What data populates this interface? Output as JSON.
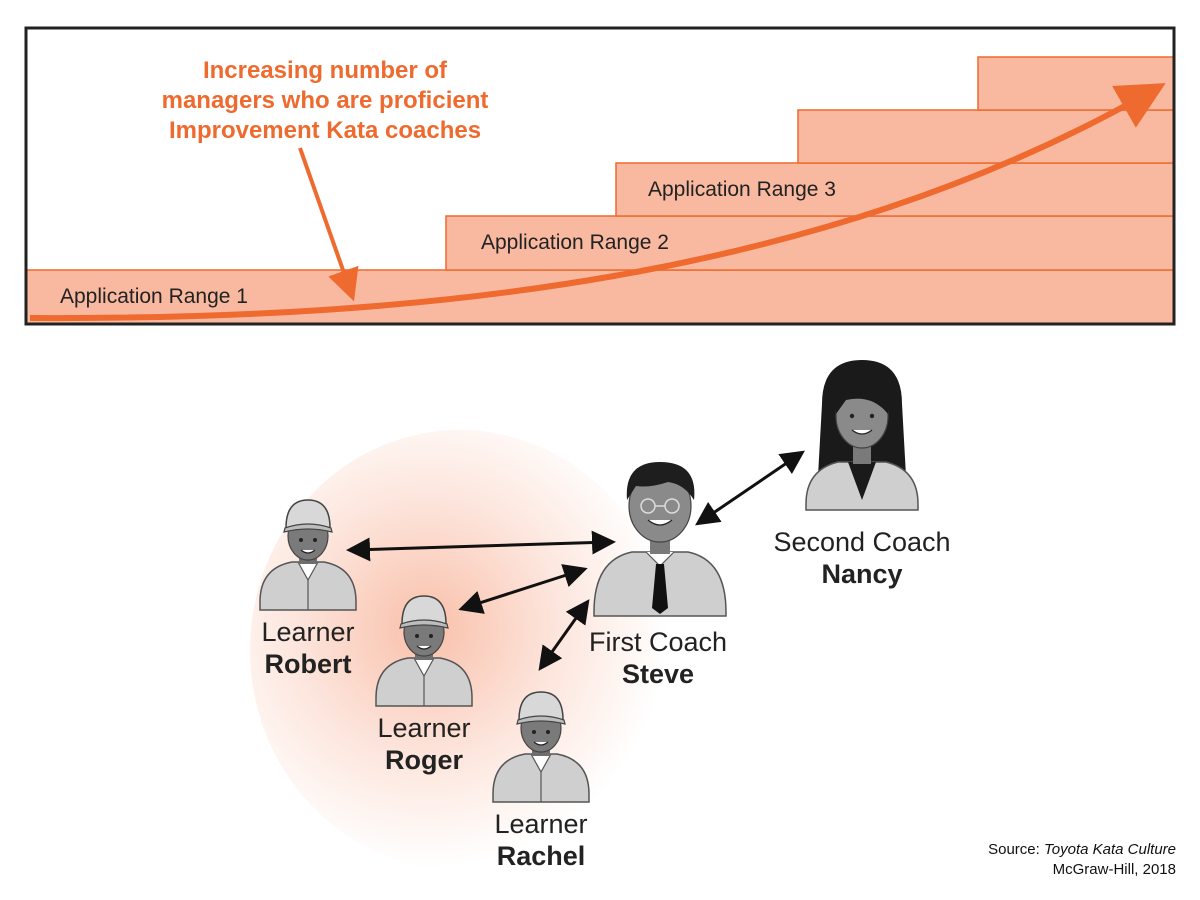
{
  "staircase": {
    "ranges": [
      {
        "label": "Application Range 1"
      },
      {
        "label": "Application Range 2"
      },
      {
        "label": "Application Range 3"
      },
      {
        "label": ""
      },
      {
        "label": ""
      }
    ],
    "callout": {
      "line1": "Increasing number of",
      "line2": "managers who are proficient",
      "line3": "Improvement Kata coaches"
    },
    "colors": {
      "step_fill": "#F9B9A0",
      "step_edge": "#EE6A2F",
      "arrow": "#EE6A2F",
      "frame": "#222222"
    }
  },
  "people": [
    {
      "id": "robert",
      "role": "Learner",
      "name": "Robert",
      "icon": "learner-cap-icon"
    },
    {
      "id": "roger",
      "role": "Learner",
      "name": "Roger",
      "icon": "learner-cap-icon"
    },
    {
      "id": "rachel",
      "role": "Learner",
      "name": "Rachel",
      "icon": "learner-cap-icon"
    },
    {
      "id": "steve",
      "role": "First Coach",
      "name": "Steve",
      "icon": "coach-tie-icon"
    },
    {
      "id": "nancy",
      "role": "Second Coach",
      "name": "Nancy",
      "icon": "coach-woman-icon"
    }
  ],
  "source": {
    "prefix": "Source: ",
    "title": "Toyota Kata Culture",
    "publisher": "McGraw-Hill, 2018"
  }
}
